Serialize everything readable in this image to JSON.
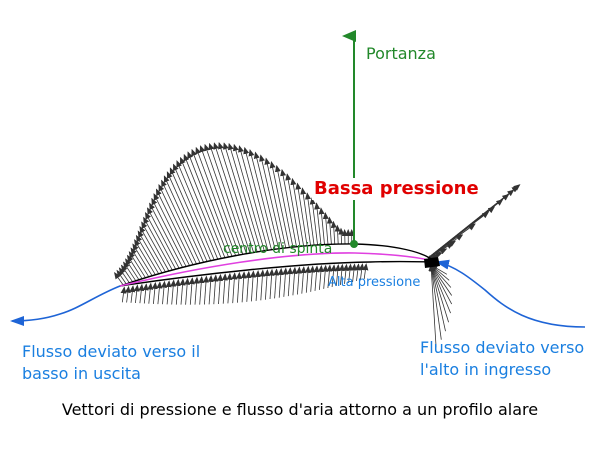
{
  "labels": {
    "lift": "Portanza",
    "low_pressure": "Bassa pressione",
    "center_of_pressure": "centro di spinta",
    "high_pressure": "Alta pressione",
    "flow_left_line1": "Flusso deviato verso il",
    "flow_left_line2": "basso in uscita",
    "flow_right_line1": "Flusso deviato verso",
    "flow_right_line2": "l'alto in ingresso"
  },
  "caption": "Vettori di pressione e flusso d'aria attorno a un profilo alare",
  "colors": {
    "lift": "#22882a",
    "low_pressure": "#e00000",
    "high_pressure": "#1a7fe0",
    "flow": "#1e64d6",
    "camber_line": "#e040e0",
    "airfoil": "#000000",
    "vectors": "#333333"
  }
}
